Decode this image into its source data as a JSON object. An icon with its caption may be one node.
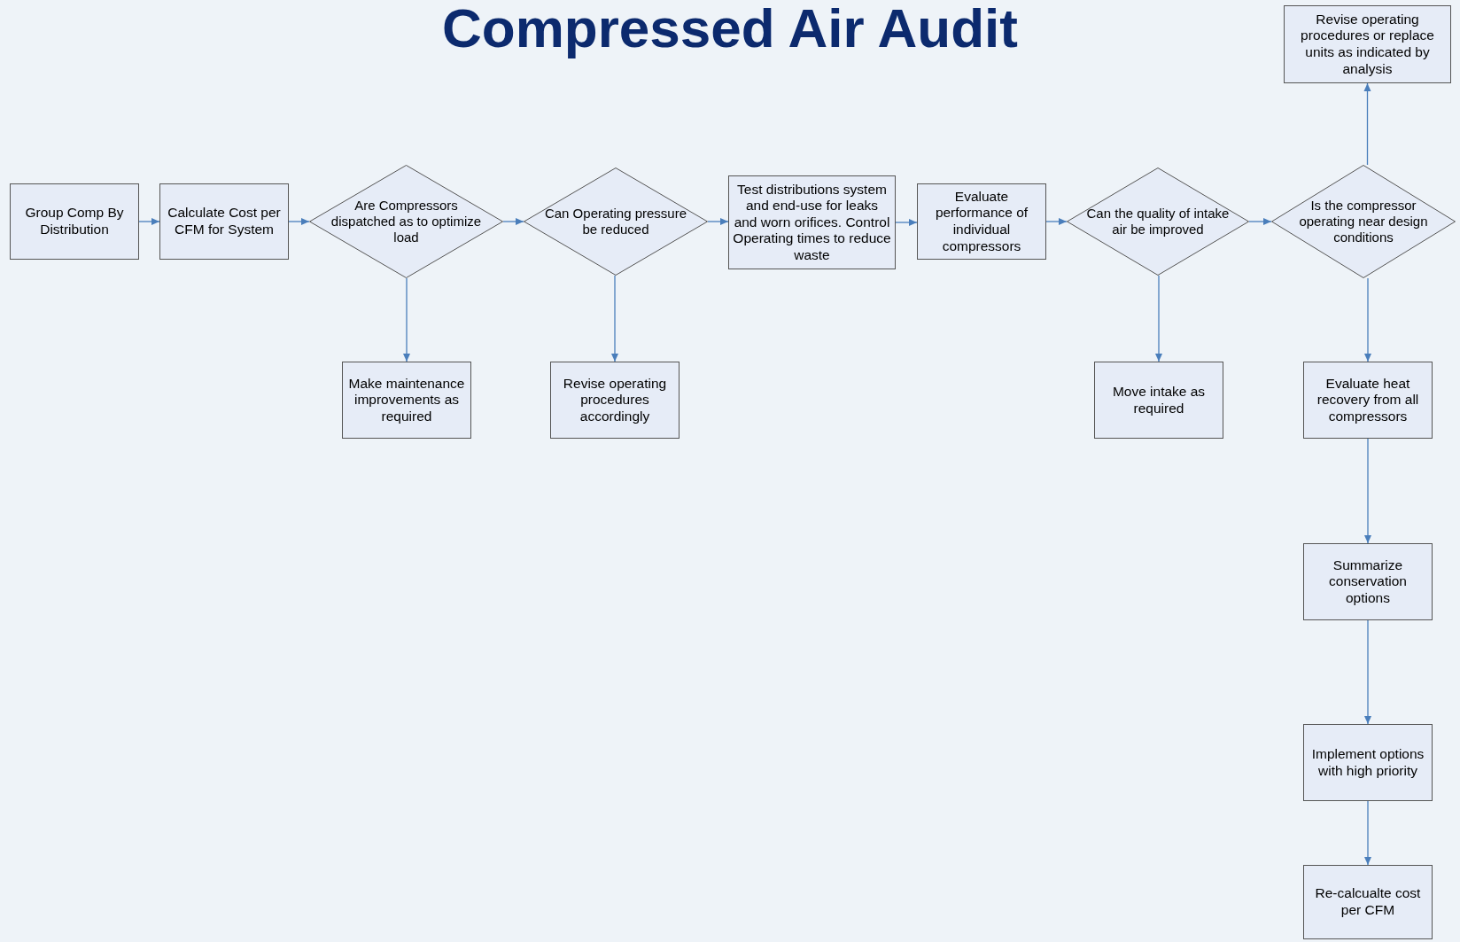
{
  "diagram": {
    "title": "Compressed Air Audit",
    "nodes": [
      {
        "text": [
          "Group Comp By Distribution"
        ]
      },
      {
        "text": [
          "Calculate Cost per CFM for System"
        ]
      },
      {
        "text": [
          "Are Compressors dispatched as to optimize load"
        ]
      },
      {
        "text": [
          "Can Operating pressure be reduced"
        ]
      },
      {
        "text": [
          "Test distributions system and end-use for leaks and worn orifices. Control Operating times to reduce waste"
        ]
      },
      {
        "text": [
          "Evaluate performance of individual compressors"
        ]
      },
      {
        "text": [
          "Can the quality of intake air be improved"
        ]
      },
      {
        "text": [
          "Is the compressor operating near design conditions"
        ]
      },
      {
        "text": [
          "Revise operating procedures or replace units as indicated by analysis"
        ]
      },
      {
        "text": [
          "Make maintenance improvements as required"
        ]
      },
      {
        "text": [
          "Revise operating procedures accordingly"
        ]
      },
      {
        "text": [
          "Move intake as required"
        ]
      },
      {
        "text": [
          "Evaluate heat recovery from all compressors"
        ]
      },
      {
        "text": [
          "Summarize conservation options"
        ]
      },
      {
        "text": [
          "Implement options with high priority"
        ]
      },
      {
        "text": [
          "Re-calcualte cost per CFM"
        ]
      }
    ],
    "edges": [
      {
        "from": 0,
        "to": 1,
        "arrow": "to"
      },
      {
        "from": 1,
        "to": 2,
        "arrow": "to"
      },
      {
        "from": 2,
        "to": 3,
        "arrow": "to"
      },
      {
        "from": 3,
        "to": 4,
        "arrow": "to"
      },
      {
        "from": 4,
        "to": 5,
        "arrow": "to"
      },
      {
        "from": 5,
        "to": 6,
        "arrow": "to"
      },
      {
        "from": 6,
        "to": 7,
        "arrow": "to"
      },
      {
        "from": 7,
        "to": 8,
        "arrow": "to"
      },
      {
        "from": 2,
        "to": 9,
        "arrow": "to"
      },
      {
        "from": 3,
        "to": 10,
        "arrow": "to"
      },
      {
        "from": 6,
        "to": 11,
        "arrow": "to"
      },
      {
        "from": 7,
        "to": 12,
        "arrow": "to"
      },
      {
        "from": 12,
        "to": 13,
        "arrow": "to"
      },
      {
        "from": 13,
        "to": 14,
        "arrow": "to"
      },
      {
        "from": 14,
        "to": 15,
        "arrow": "to"
      }
    ]
  }
}
